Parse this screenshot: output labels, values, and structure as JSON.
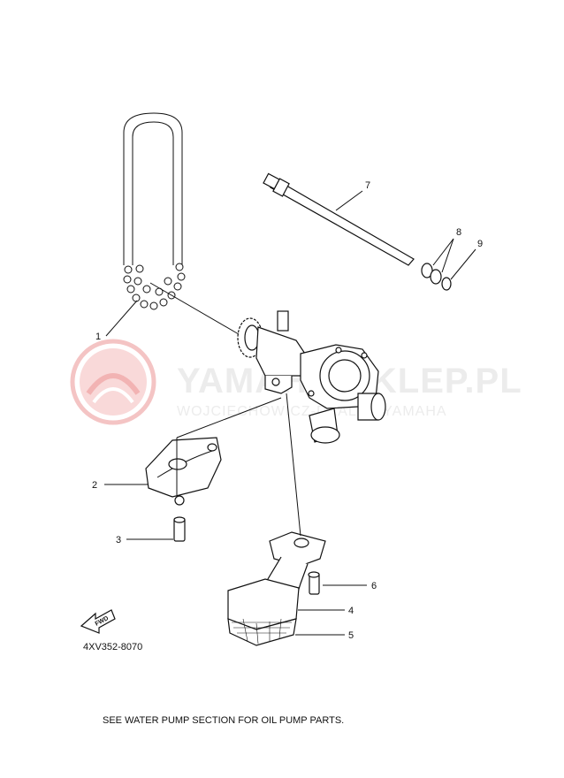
{
  "watermark": {
    "logo_icon": "yamaha-tuning-fork-logo",
    "brand_text": "YAMAHA-SKLEP.PL",
    "dealer_text": "WOJCIECHOWICZ-DEALER YAMAHA"
  },
  "callouts": [
    {
      "number": "1"
    },
    {
      "number": "2"
    },
    {
      "number": "3"
    },
    {
      "number": "4"
    },
    {
      "number": "5"
    },
    {
      "number": "6"
    },
    {
      "number": "7"
    },
    {
      "number": "8"
    },
    {
      "number": "9"
    }
  ],
  "fwd_arrow": {
    "label": "FWD"
  },
  "diagram_code": "4XV352-8070",
  "footer_note": "SEE WATER PUMP SECTION FOR OIL PUMP PARTS."
}
